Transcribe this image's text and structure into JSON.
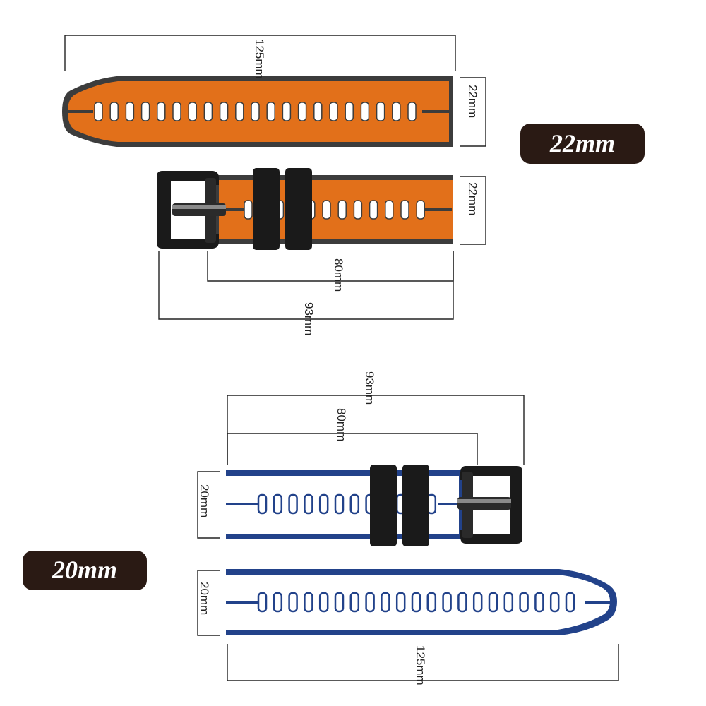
{
  "badges": {
    "size_22": "22mm",
    "size_20": "20mm"
  },
  "dimensions": {
    "strap22_long_length": "125mm",
    "strap22_long_width": "22mm",
    "strap22_short_width": "22mm",
    "strap22_short_length": "80mm",
    "strap22_short_total": "93mm",
    "strap20_short_total": "93mm",
    "strap20_short_length": "80mm",
    "strap20_short_width": "20mm",
    "strap20_long_width": "20mm",
    "strap20_long_length": "125mm"
  },
  "colors": {
    "orange": "#e2701a",
    "charcoal": "#3c3c3c",
    "navy": "#22428a",
    "white": "#ffffff",
    "black": "#1a1a1a",
    "badge_bg": "#2a1a14"
  }
}
